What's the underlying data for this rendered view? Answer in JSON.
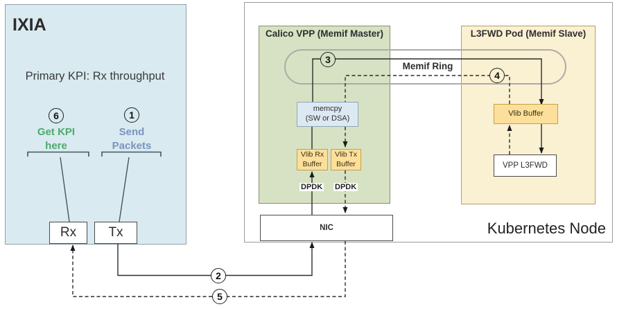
{
  "ixia": {
    "title": "IXIA",
    "kpi": "Primary KPI: Rx throughput",
    "get_kpi_line1": "Get KPI",
    "get_kpi_line2": "here",
    "send_line1": "Send",
    "send_line2": "Packets",
    "rx": "Rx",
    "tx": "Tx"
  },
  "node": {
    "label": "Kubernetes Node",
    "nic": "NIC",
    "memif_ring": "Memif Ring"
  },
  "calico": {
    "title": "Calico VPP (Memif Master)",
    "memcpy_line1": "memcpy",
    "memcpy_line2": "(SW or DSA)",
    "vlib_rx_line1": "Vlib Rx",
    "vlib_rx_line2": "Buffer",
    "vlib_tx_line1": "Vlib Tx",
    "vlib_tx_line2": "Buffer",
    "dpdk_rx": "DPDK",
    "dpdk_tx": "DPDK"
  },
  "l3fwd": {
    "title": "L3FWD Pod (Memif Slave)",
    "vlib_buffer": "Vlib Buffer",
    "vpp_l3fwd": "VPP L3FWD"
  },
  "steps": {
    "step1": "1",
    "step2": "2",
    "step3": "3",
    "step4": "4",
    "step5": "5",
    "step6": "6"
  },
  "colors": {
    "ixia_bg": "#d9eaf1",
    "calico_bg": "#d6e2c3",
    "l3fwd_bg": "#faf0d2",
    "vlib_bg": "#fcdf9a",
    "memcpy_bg": "#dce9f3",
    "green_text": "#4caa6d",
    "blue_text": "#7b94bd",
    "ring": "#ababab",
    "line": "#2b2b2b"
  }
}
